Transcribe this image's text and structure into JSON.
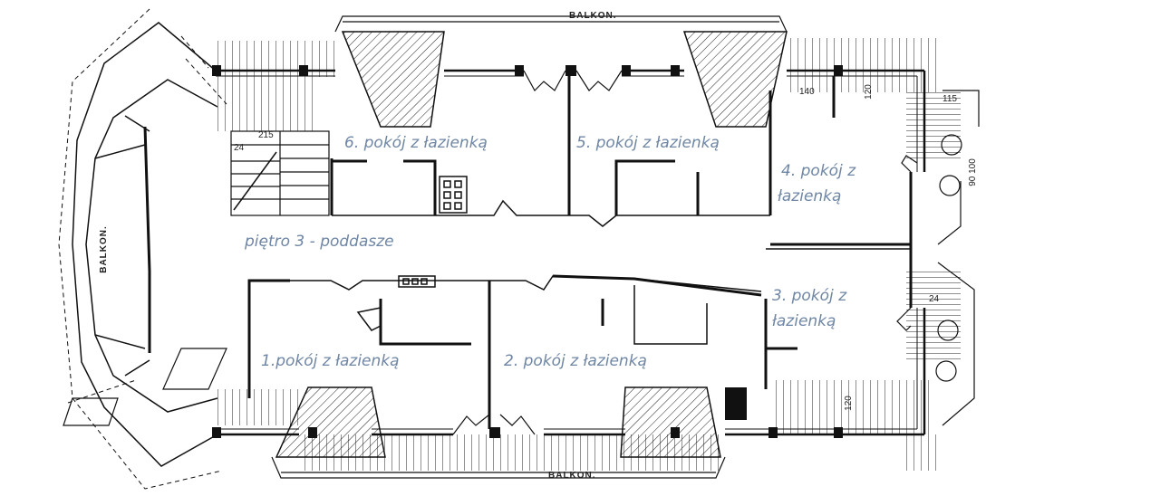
{
  "floor_label": "piętro 3 - poddasze",
  "balcony_label": "BALKON.",
  "rooms": [
    {
      "label": "6. pokój z łazienką"
    },
    {
      "label": "5. pokój z łazienką"
    },
    {
      "label_line1": "4. pokój z",
      "label_line2": "łazienką"
    },
    {
      "label_line1": "3. pokój z",
      "label_line2": "łazienką"
    },
    {
      "label": "1.pokój z łazienką"
    },
    {
      "label": "2. pokój z łazienką"
    }
  ],
  "dimensions": {
    "top_stair_width": "215",
    "stair_side": "24",
    "d_140": "140",
    "d_120": "120",
    "d_115": "115",
    "d_90": "90 100",
    "d_24": "24",
    "d_120b": "120"
  },
  "colors": {
    "label": "#6f86a4",
    "ink": "#111111"
  }
}
